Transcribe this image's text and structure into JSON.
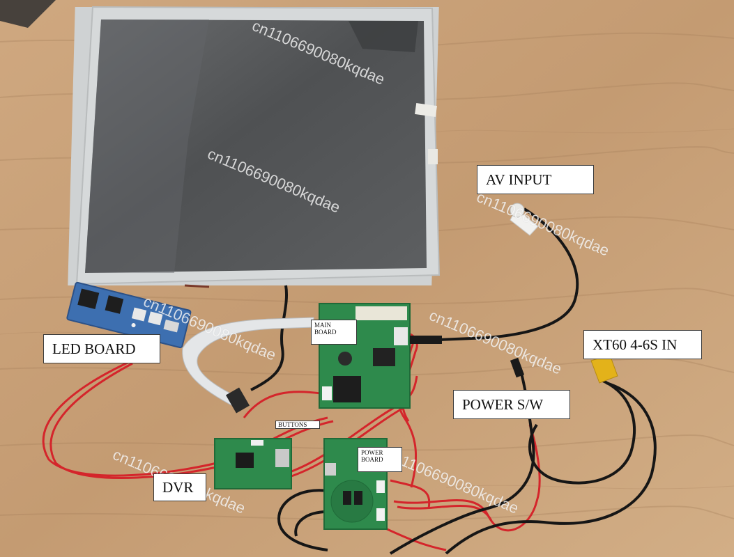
{
  "labels": {
    "av_input": "AV INPUT",
    "led_board": "LED BOARD",
    "main_board": "MAIN BOARD",
    "xt60": "XT60 4-6S IN",
    "power_sw": "POWER S/W",
    "buttons": "BUTTONS",
    "power_board": "POWER BOARD",
    "dvr": "DVR"
  },
  "watermark": "cn1106690080kqdae",
  "colors": {
    "wood": "#c9a27a",
    "wood_dark": "#a88059",
    "panel_frame": "#d4d7d8",
    "panel_screen": "#5b5d5f",
    "pcb_green": "#2e8a4c",
    "led_pcb_blue": "#3d6fb0",
    "wire_red": "#d4252b",
    "cable_black": "#161616",
    "ribbon": "#e2e4e6"
  }
}
